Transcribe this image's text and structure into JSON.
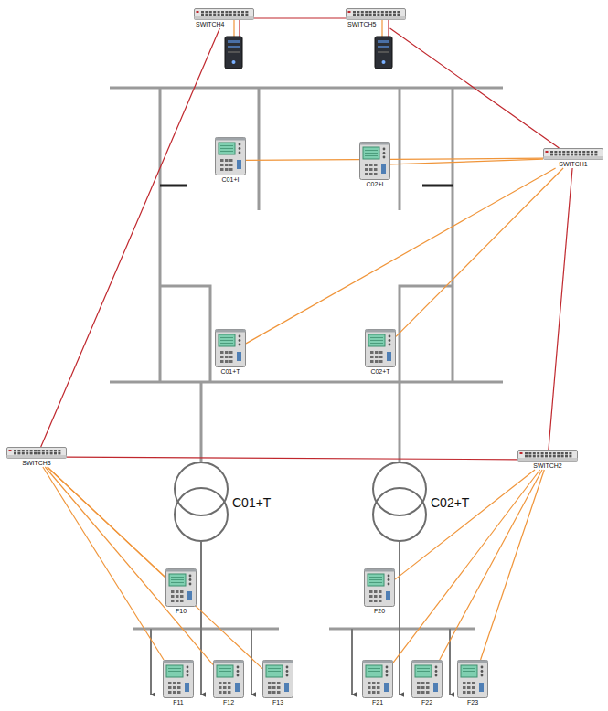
{
  "diagram": {
    "nodes": [
      {
        "text": [
          "SWITCH4"
        ]
      },
      {
        "text": [
          "SWITCH5"
        ]
      },
      {
        "text": [
          "C01+I"
        ]
      },
      {
        "text": [
          "C02+I"
        ]
      },
      {
        "text": [
          "SWITCH1"
        ]
      },
      {
        "text": [
          "C01+T"
        ]
      },
      {
        "text": [
          "C02+T"
        ]
      },
      {
        "text": [
          "SWITCH3"
        ]
      },
      {
        "text": [
          "C01+T"
        ]
      },
      {
        "text": [
          "C02+T"
        ]
      },
      {
        "text": [
          "SWITCH2"
        ]
      },
      {
        "text": [
          "F10"
        ]
      },
      {
        "text": [
          "F20"
        ]
      },
      {
        "text": [
          "F11"
        ]
      },
      {
        "text": [
          "F12"
        ]
      },
      {
        "text": [
          "F13"
        ]
      },
      {
        "text": [
          "F21"
        ]
      },
      {
        "text": [
          "F22"
        ]
      },
      {
        "text": [
          "F23"
        ]
      }
    ],
    "edges": [
      {
        "from": 0,
        "to": 1,
        "arrow": "none"
      },
      {
        "from": 0,
        "to": 7,
        "arrow": "none"
      },
      {
        "from": 1,
        "to": 4,
        "arrow": "none"
      },
      {
        "from": 4,
        "to": 10,
        "arrow": "none"
      },
      {
        "from": 7,
        "to": 10,
        "arrow": "none"
      },
      {
        "from": 4,
        "to": 2,
        "arrow": "none"
      },
      {
        "from": 4,
        "to": 3,
        "arrow": "none"
      },
      {
        "from": 4,
        "to": 5,
        "arrow": "none"
      },
      {
        "from": 4,
        "to": 6,
        "arrow": "none"
      },
      {
        "from": 7,
        "to": 11,
        "arrow": "none"
      },
      {
        "from": 7,
        "to": 13,
        "arrow": "none"
      },
      {
        "from": 7,
        "to": 14,
        "arrow": "none"
      },
      {
        "from": 7,
        "to": 15,
        "arrow": "none"
      },
      {
        "from": 10,
        "to": 12,
        "arrow": "none"
      },
      {
        "from": 10,
        "to": 16,
        "arrow": "none"
      },
      {
        "from": 10,
        "to": 17,
        "arrow": "none"
      },
      {
        "from": 10,
        "to": 18,
        "arrow": "none"
      }
    ]
  }
}
